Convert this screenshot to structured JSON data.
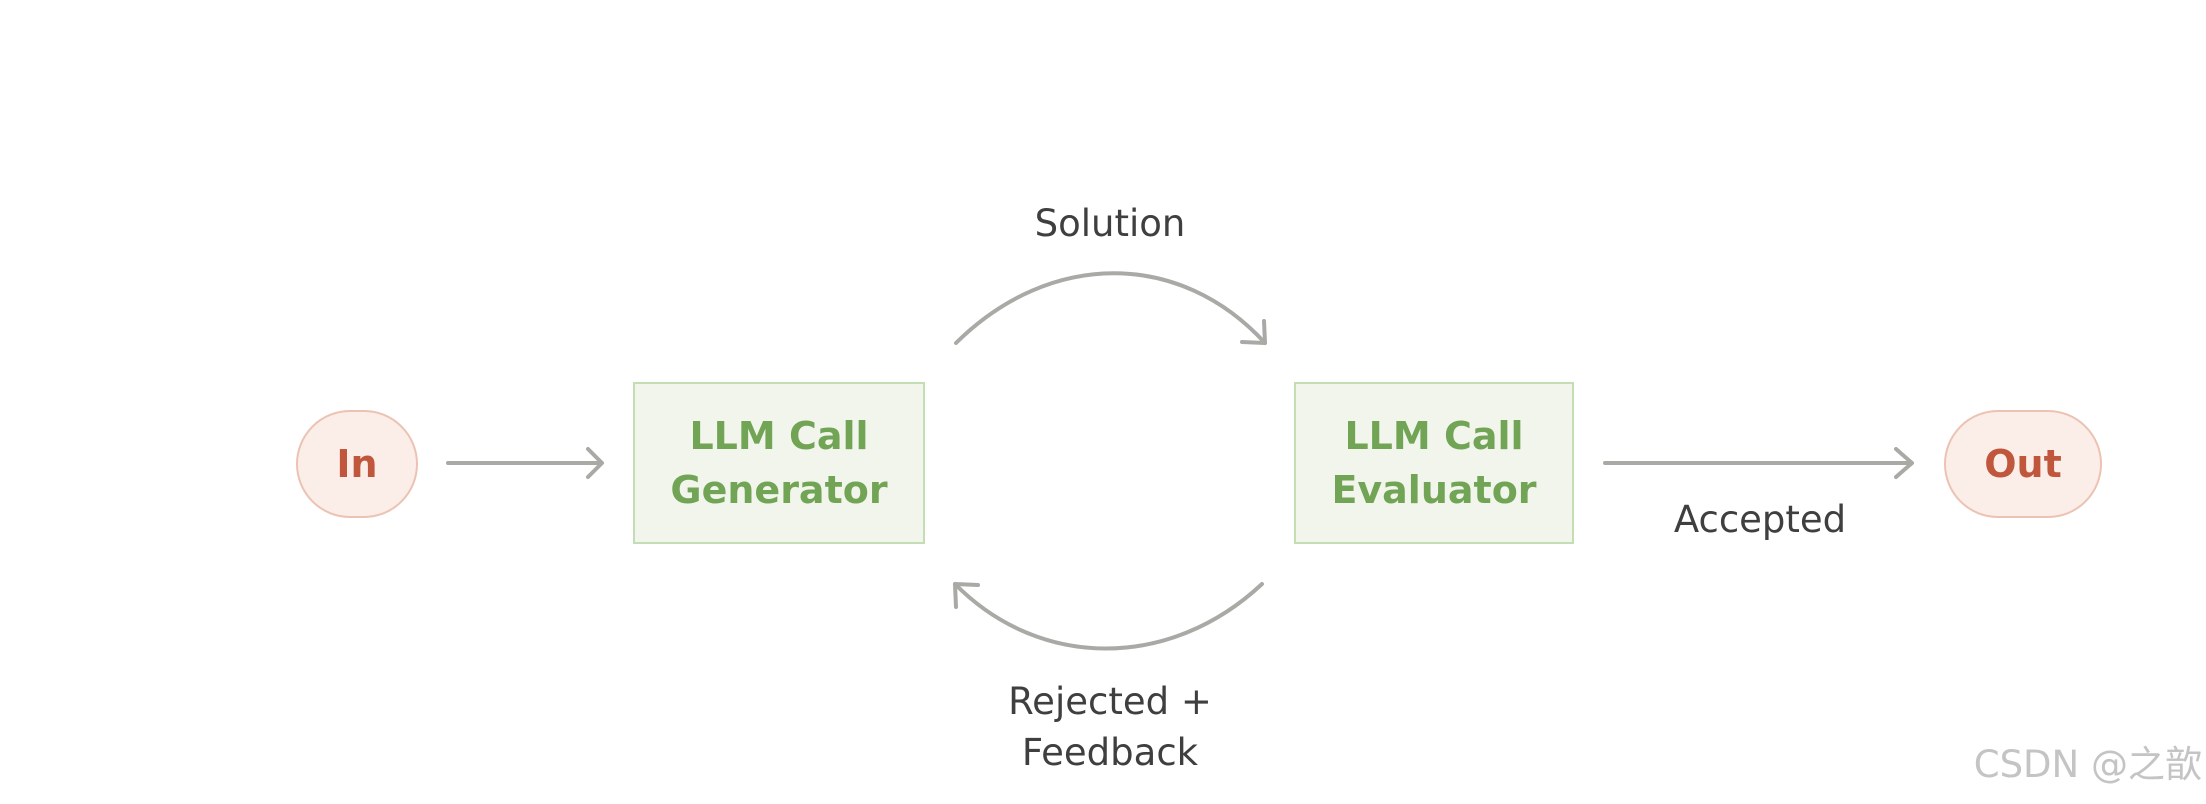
{
  "nodes": {
    "in": "In",
    "out": "Out",
    "generator": {
      "line1": "LLM Call",
      "line2": "Generator"
    },
    "evaluator": {
      "line1": "LLM Call",
      "line2": "Evaluator"
    }
  },
  "edges": {
    "solution": "Solution",
    "accepted": "Accepted",
    "rejected_line1": "Rejected +",
    "rejected_line2": "Feedback"
  },
  "watermark": "CSDN @之歆",
  "colors": {
    "terminal_fill": "#fbeee9",
    "terminal_border": "#ecc2b3",
    "terminal_text": "#c0573c",
    "llm_fill": "#f1f5ec",
    "llm_border": "#c3deb4",
    "llm_text": "#72a455",
    "arrow": "#a9a9a5",
    "label_text": "#3f3f3f"
  }
}
